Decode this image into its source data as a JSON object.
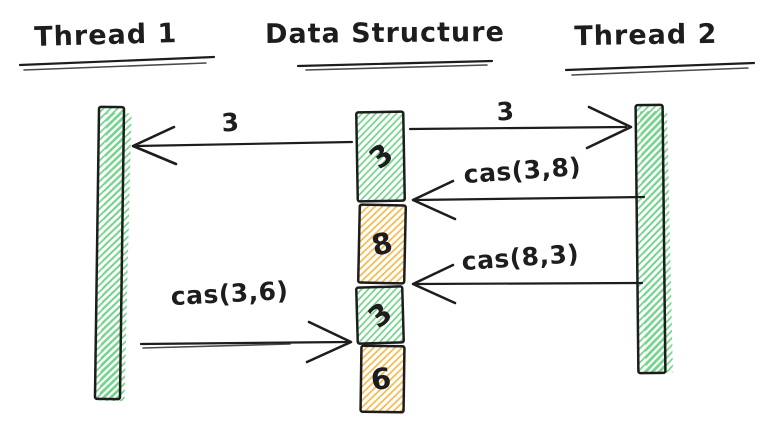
{
  "diagram": {
    "titles": {
      "thread1": "Thread 1",
      "datastructure": "Data Structure",
      "thread2": "Thread 2"
    },
    "value_boxes": [
      {
        "value": "3",
        "color": "green"
      },
      {
        "value": "8",
        "color": "orange"
      },
      {
        "value": "3",
        "color": "green"
      },
      {
        "value": "6",
        "color": "orange"
      }
    ],
    "arrows": [
      {
        "label": "3",
        "from": "datastructure",
        "to": "thread1",
        "direction": "left"
      },
      {
        "label": "3",
        "from": "datastructure",
        "to": "thread2",
        "direction": "right"
      },
      {
        "label": "cas(3,8)",
        "from": "thread2",
        "to": "datastructure",
        "direction": "left"
      },
      {
        "label": "cas(8,3)",
        "from": "thread2",
        "to": "datastructure",
        "direction": "left"
      },
      {
        "label": "cas(3,6)",
        "from": "thread1",
        "to": "datastructure",
        "direction": "right"
      }
    ],
    "colors": {
      "green": "#74d38c",
      "orange": "#f4ba50",
      "ink": "#1d1d1d",
      "background": "#ffffff"
    }
  }
}
